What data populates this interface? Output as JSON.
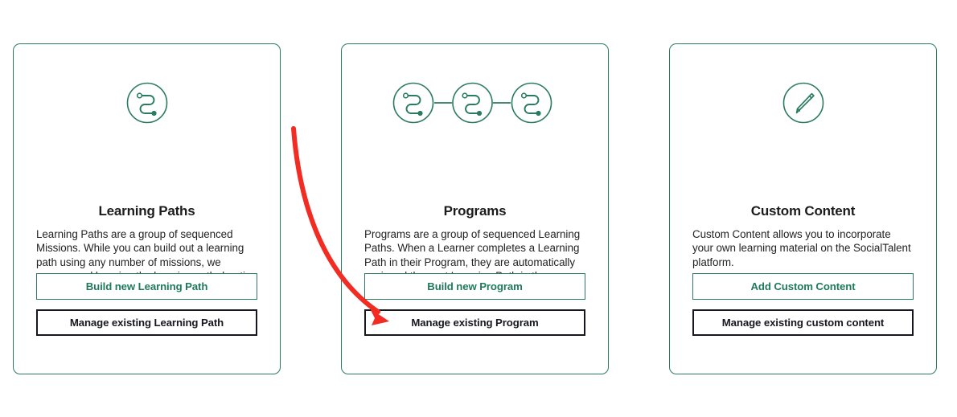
{
  "page": {
    "background_color": "#ffffff",
    "accent_green": "#2a7b62",
    "text_dark": "#1c1c1c",
    "annotation_color": "#f22c22"
  },
  "cards": [
    {
      "id": "learning-paths",
      "icon": "learning-path-node-icon",
      "title": "Learning Paths",
      "description": "Learning Paths are a group of sequenced Missions. While you can build out a learning path using any number of missions, we recommend keeping the learning path duration to a maximum of eight hours.",
      "primary_button": "Build new Learning Path",
      "secondary_button": "Manage existing Learning Path"
    },
    {
      "id": "programs",
      "icon": "program-chain-icon",
      "title": "Programs",
      "description": "Programs are a group of sequenced Learning Paths. When a Learner completes a Learning Path in their Program, they are automatically assigned the next Learning Path in the Program.",
      "primary_button": "Build new Program",
      "secondary_button": "Manage existing Program"
    },
    {
      "id": "custom-content",
      "icon": "pencil-icon",
      "title": "Custom Content",
      "description": "Custom Content allows you to incorporate your own learning material on the SocialTalent platform.",
      "primary_button": "Add Custom Content",
      "secondary_button": "Manage existing custom content"
    }
  ],
  "annotation": {
    "name": "red-curved-arrow",
    "points_to": "Manage existing Program",
    "color": "#f22c22"
  }
}
